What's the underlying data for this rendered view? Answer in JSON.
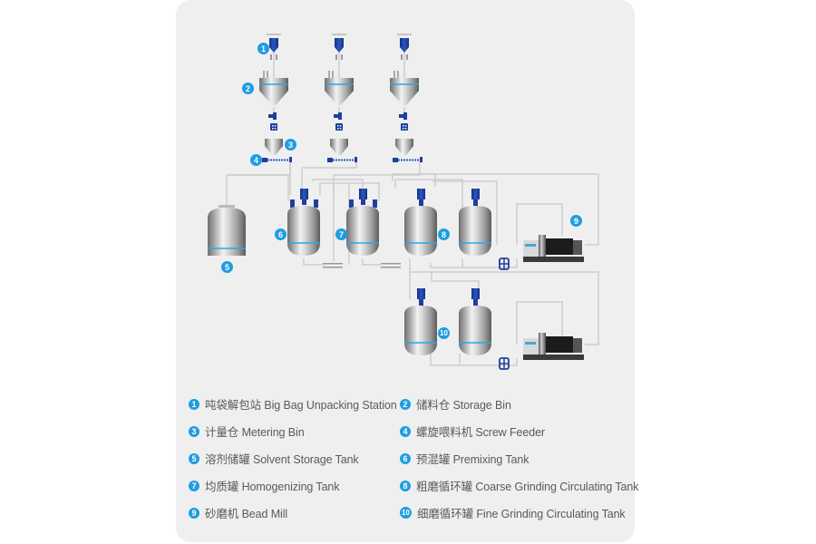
{
  "diagram": {
    "title": "",
    "markers": [
      {
        "id": "1",
        "label": "1"
      },
      {
        "id": "2",
        "label": "2"
      },
      {
        "id": "3",
        "label": "3"
      },
      {
        "id": "4",
        "label": "4"
      },
      {
        "id": "5",
        "label": "5"
      },
      {
        "id": "6",
        "label": "6"
      },
      {
        "id": "7",
        "label": "7"
      },
      {
        "id": "8",
        "label": "8"
      },
      {
        "id": "9",
        "label": "9"
      },
      {
        "id": "10",
        "label": "10"
      }
    ],
    "colors": {
      "background": "#efefef",
      "accent_blue": "#1e9de0",
      "equipment_blue": "#1f3f9e",
      "pipe": "#cfcfcf",
      "steel": "#b8b8b8"
    }
  },
  "legend": [
    {
      "num": "1",
      "text": "吨袋解包站 Big Bag Unpacking Station"
    },
    {
      "num": "2",
      "text": "储料仓 Storage Bin"
    },
    {
      "num": "3",
      "text": "计量仓 Metering Bin"
    },
    {
      "num": "4",
      "text": "螺旋喂料机 Screw Feeder"
    },
    {
      "num": "5",
      "text": "溶剂储罐 Solvent Storage Tank"
    },
    {
      "num": "6",
      "text": "预混罐 Premixing Tank"
    },
    {
      "num": "7",
      "text": "均质罐 Homogenizing Tank"
    },
    {
      "num": "8",
      "text": "粗磨循环罐 Coarse Grinding Circulating Tank"
    },
    {
      "num": "9",
      "text": "砂磨机 Bead Mill"
    },
    {
      "num": "10",
      "text": "细磨循环罐 Fine Grinding Circulating Tank"
    }
  ]
}
